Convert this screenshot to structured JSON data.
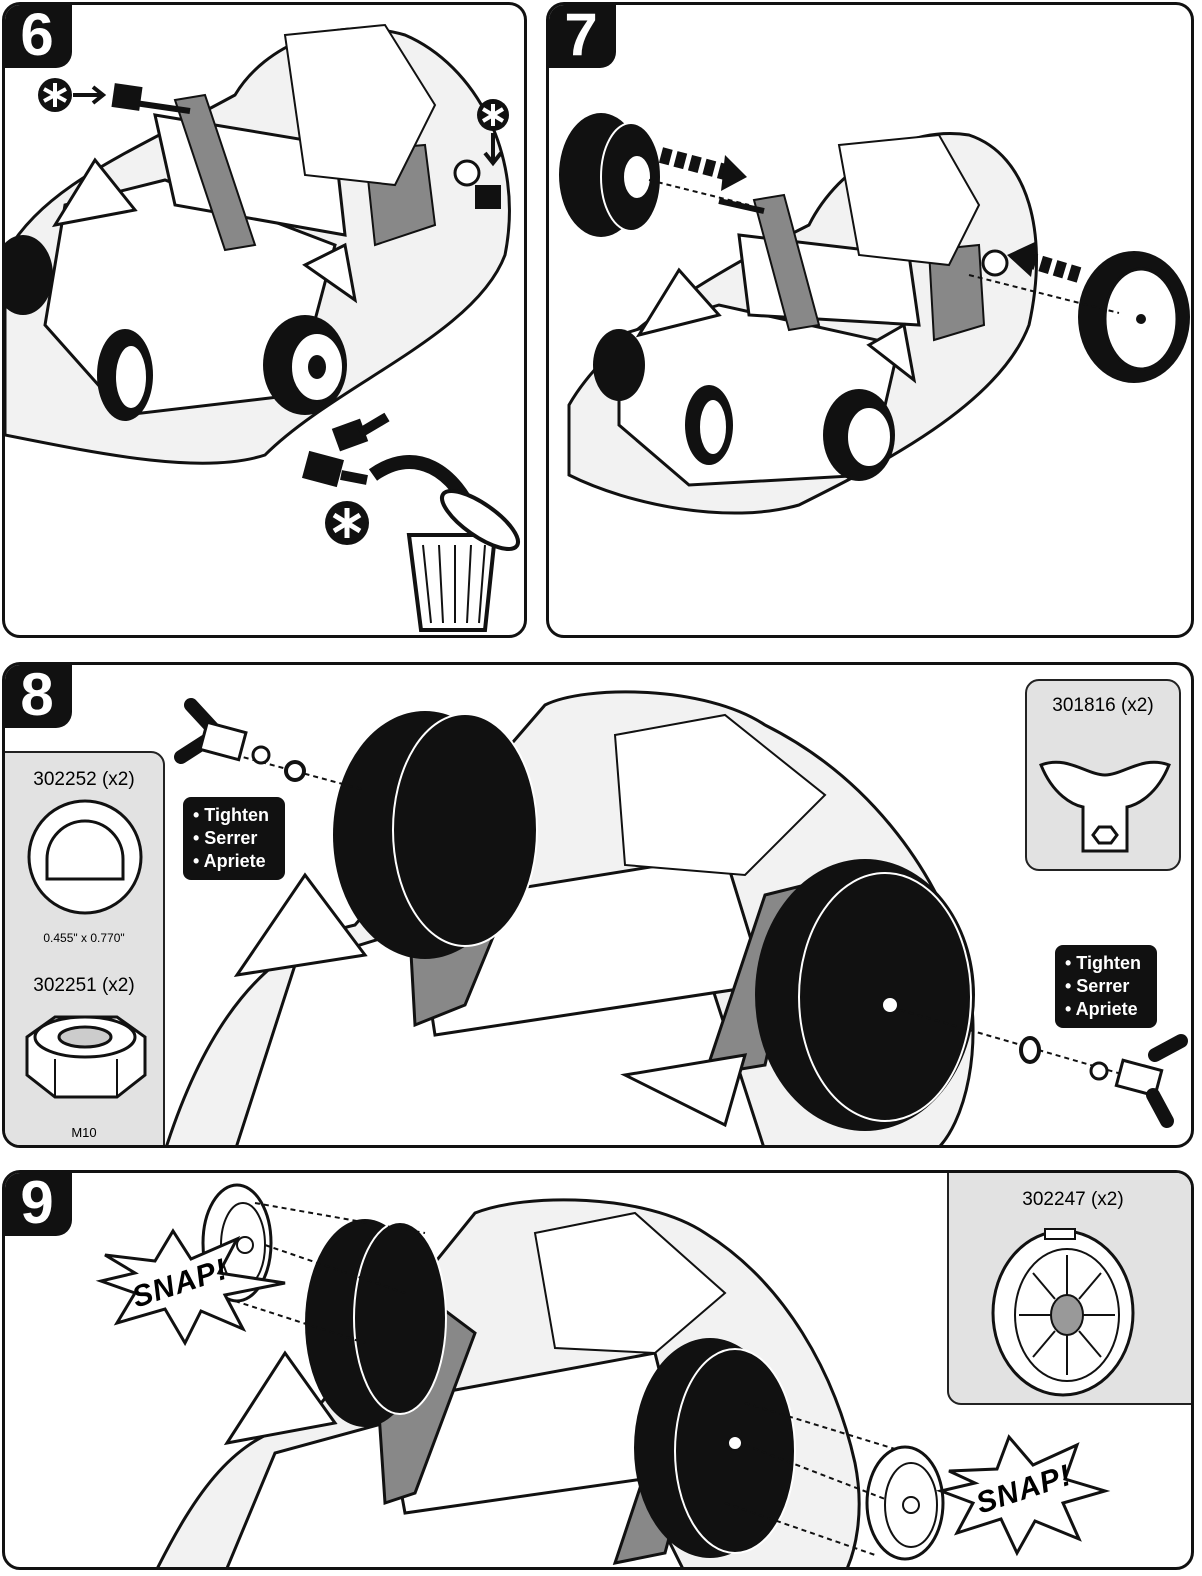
{
  "steps": [
    {
      "number": "6"
    },
    {
      "number": "7"
    },
    {
      "number": "8",
      "instructions_left": [
        "• Tighten",
        "• Serrer",
        "• Apriete"
      ],
      "instructions_right": [
        "• Tighten",
        "• Serrer",
        "• Apriete"
      ]
    },
    {
      "number": "9"
    }
  ],
  "parts": {
    "washer": {
      "code": "302252 (x2)",
      "dims": "0.455\" x 0.770\""
    },
    "nut": {
      "code": "302251 (x2)",
      "size": "M10"
    },
    "wingnut": {
      "code": "301816 (x2)"
    },
    "hubcap": {
      "code": "302247 (x2)"
    }
  },
  "snap_text": "SNAP!"
}
